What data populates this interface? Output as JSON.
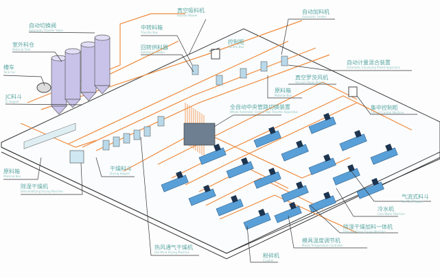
{
  "labels": [
    {
      "id": "vacuum-loader",
      "zh": "真空吸料机",
      "en": "Suction Blower"
    },
    {
      "id": "transfer-box",
      "zh": "中转料箱",
      "en": "Transfer Box"
    },
    {
      "id": "rotational-feeder",
      "zh": "回转供料器",
      "en": "Rotational Feeder"
    },
    {
      "id": "auto-transfer-valve",
      "zh": "自动切换阀",
      "en": "Automatic Transfer Valve"
    },
    {
      "id": "outdoor-silo",
      "zh": "室外料仓",
      "en": "Material Tank"
    },
    {
      "id": "tank-car",
      "zh": "槽车",
      "en": "Tank Car"
    },
    {
      "id": "jc-hopper",
      "zh": "JC料斗",
      "en": "JC Hopper"
    },
    {
      "id": "control-box",
      "zh": "控制柜",
      "en": "Control Box"
    },
    {
      "id": "auto-feeder",
      "zh": "自动加料机",
      "en": "Automatic Feeder"
    },
    {
      "id": "auto-mixer",
      "zh": "自动计量混合装置",
      "en": "Automatic Conveying Mixed Apparatus"
    },
    {
      "id": "roots-blower",
      "zh": "真空罗茨风机",
      "en": "Vacuum Roots Blower"
    },
    {
      "id": "material-box-top",
      "zh": "原料箱",
      "en": "Material Box"
    },
    {
      "id": "central-pipe",
      "zh": "全自动中央管路切换装置",
      "en": "Whole Automatic Central Pipe Transfer Apparatus"
    },
    {
      "id": "central-control",
      "zh": "集中控制柜",
      "en": "Central Control Machine"
    },
    {
      "id": "material-box-left",
      "zh": "原料箱",
      "en": "Material Box"
    },
    {
      "id": "dehumid-dryer",
      "zh": "除湿干燥机",
      "en": "Dehumidifying Drying Machine"
    },
    {
      "id": "drying-hopper",
      "zh": "干燥料斗",
      "en": "Drying Hopper"
    },
    {
      "id": "hot-wind-dryer",
      "zh": "热风通气干燥机",
      "en": "Hot Wind Drying Machine"
    },
    {
      "id": "crusher",
      "zh": "粉碎机",
      "en": "Crusher"
    },
    {
      "id": "mould-temp",
      "zh": "模具温度调节机",
      "en": "Mould Temperature Controller"
    },
    {
      "id": "dehumid-feeder",
      "zh": "除湿干燥加料一体机",
      "en": "Dehumidifying Drying Machine"
    },
    {
      "id": "chiller",
      "zh": "冷水机",
      "en": "Cool Water Machine"
    },
    {
      "id": "fan-hopper",
      "zh": "气流式料斗",
      "en": "Fan Dry Hopper"
    }
  ],
  "colors": {
    "pipe": "#f08a3c",
    "machine": "#5aa0d8",
    "silo": "#c9c3ea",
    "label": "#5aa7a3"
  }
}
